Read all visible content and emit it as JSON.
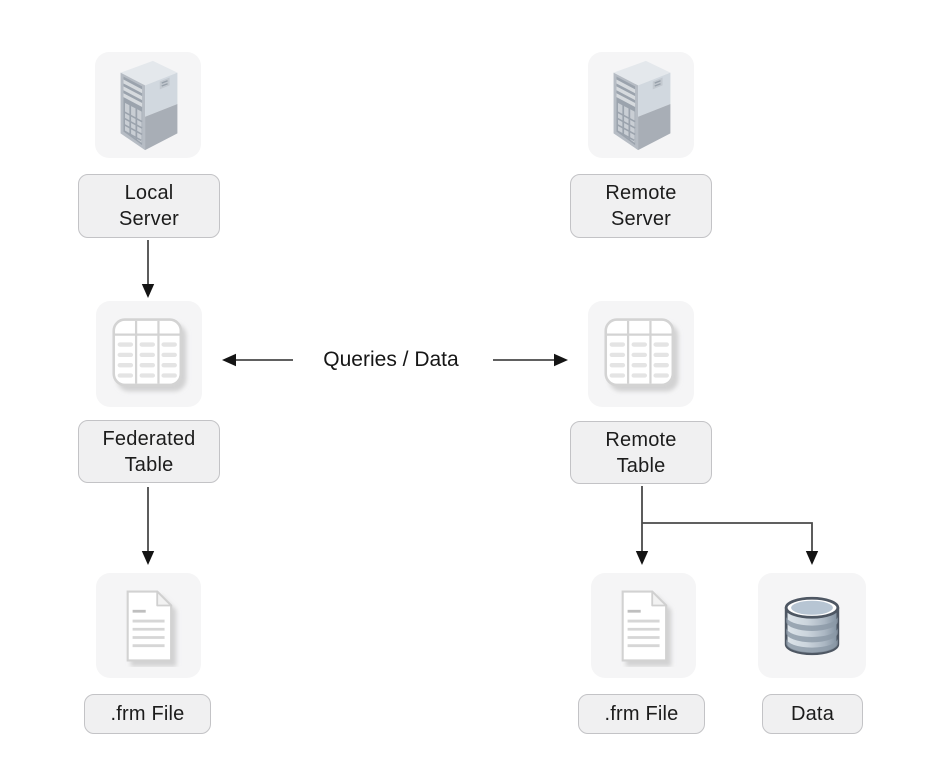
{
  "diagram": {
    "connector_label": "Queries / Data",
    "nodes": [
      {
        "name": "local-server",
        "icon": "server",
        "line1": "Local",
        "line2": "Server"
      },
      {
        "name": "remote-server",
        "icon": "server",
        "line1": "Remote",
        "line2": "Server"
      },
      {
        "name": "federated-table",
        "icon": "table",
        "line1": "Federated",
        "line2": "Table"
      },
      {
        "name": "remote-table",
        "icon": "table",
        "line1": "Remote",
        "line2": "Table"
      },
      {
        "name": "frm-file-local",
        "icon": "document",
        "line1": ".frm File",
        "line2": ""
      },
      {
        "name": "frm-file-remote",
        "icon": "document",
        "line1": ".frm File",
        "line2": ""
      },
      {
        "name": "data",
        "icon": "database",
        "line1": "Data",
        "line2": ""
      }
    ],
    "edges": [
      {
        "from": "local-server",
        "to": "federated-table",
        "type": "arrow-down"
      },
      {
        "from": "federated-table",
        "to": "frm-file-local",
        "type": "arrow-down"
      },
      {
        "from": "remote-table",
        "to": "federated-table",
        "type": "arrow-left",
        "label": "Queries / Data"
      },
      {
        "from": "federated-table",
        "to": "remote-table",
        "type": "arrow-right",
        "label": "Queries / Data"
      },
      {
        "from": "remote-table",
        "to": "frm-file-remote",
        "type": "arrow-down"
      },
      {
        "from": "remote-table",
        "to": "data",
        "type": "arrow-down-branch"
      }
    ],
    "colors": {
      "background": "#ffffff",
      "icon_tile_bg": "#f5f5f6",
      "label_bg": "#f0f0f1",
      "label_border": "#c3c3c6",
      "line": "#4a4a4a",
      "arrowhead": "#141414",
      "text": "#1c1c1c",
      "database_blue_gray": "#b7c5d3"
    }
  }
}
